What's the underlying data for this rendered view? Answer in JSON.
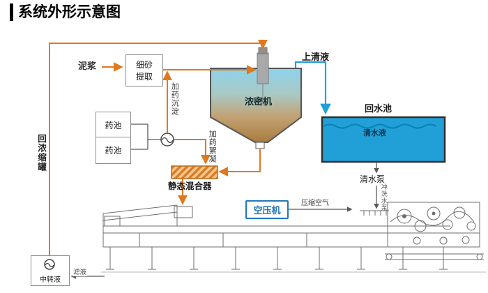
{
  "title": "系统外形示意图",
  "colors": {
    "flow": "#e0791c",
    "water": "#21a0d8",
    "accent": "#2377b5"
  },
  "nodes": {
    "slurry": "泥浆",
    "sand_extraction": "细砂提取",
    "thickener": "浓密机",
    "supernatant": "上清液",
    "return_pool": "回水池",
    "clear_water": "清水液",
    "clear_water_pump": "清水泵",
    "flush_water_pump": "冲洗水泵",
    "chemical_pool_1": "药池",
    "chemical_pool_2": "药池",
    "dosing_sedimentation": "加药沉淀",
    "dosing_flocculation": "加药絮凝",
    "static_mixer": "静态混合器",
    "air_compressor": "空压机",
    "compressed_air": "压缩空气",
    "return_to_thickener": "回浓缩罐",
    "transfer_liquid": "中转液",
    "filtrate": "滤液"
  }
}
